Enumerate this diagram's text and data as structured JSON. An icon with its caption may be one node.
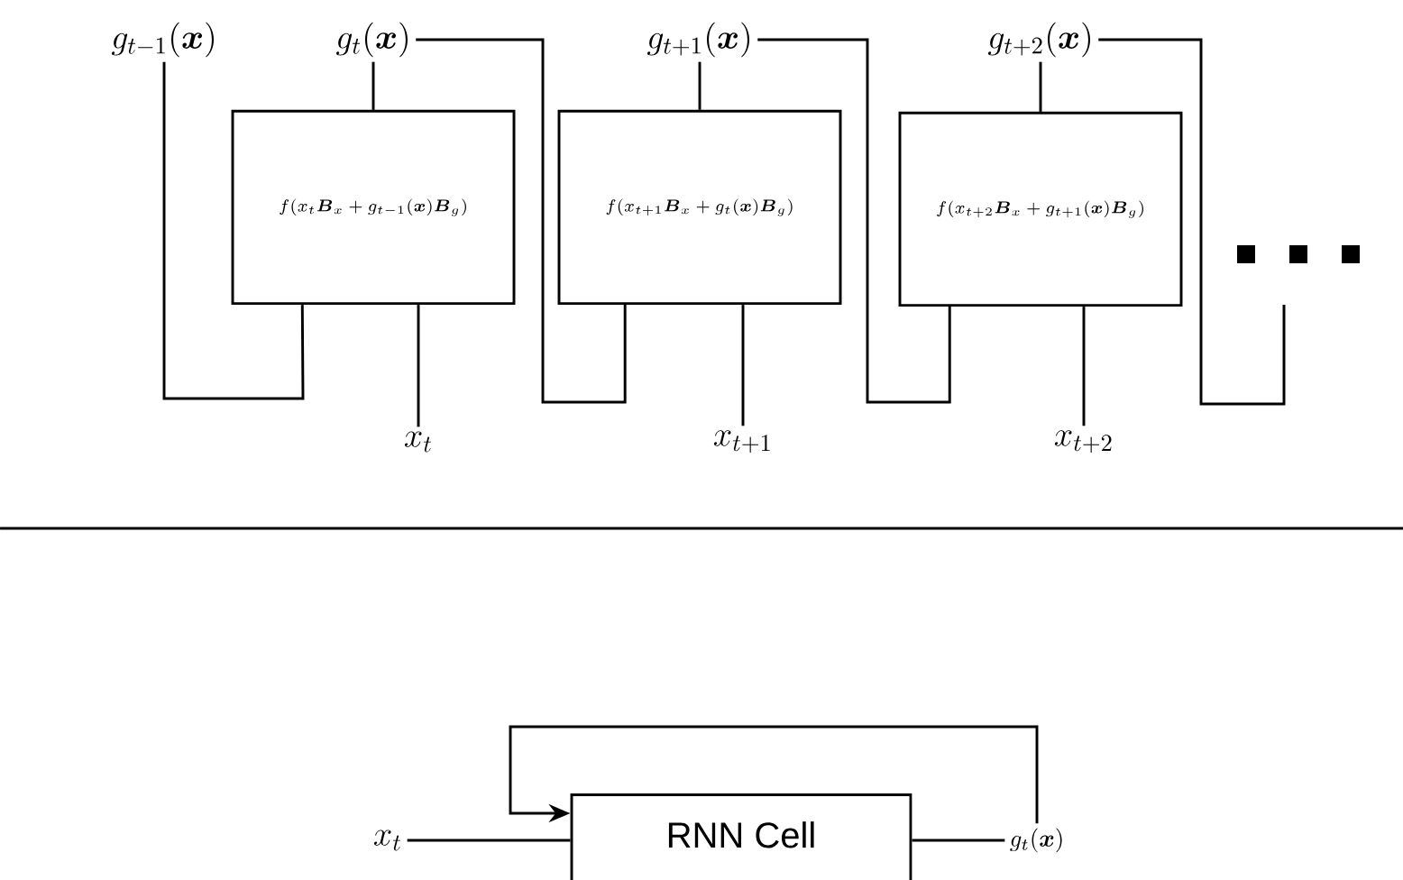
{
  "diagram": {
    "nodes": [
      {
        "text": [
          "g_{t-1}(\\boldsymbol{x})"
        ]
      },
      {
        "text": [
          "g_{t}(\\boldsymbol{x})"
        ]
      },
      {
        "text": [
          "f(x_{t}\\boldsymbol{B}_{x}+g_{t-1}(\\boldsymbol{x})\\boldsymbol{B}_{g})"
        ]
      },
      {
        "text": [
          "x_{t}"
        ]
      },
      {
        "text": [
          "g_{t+1}(\\boldsymbol{x})"
        ]
      },
      {
        "text": [
          "f(x_{t+1}\\boldsymbol{B}_{x}+g_{t}(\\boldsymbol{x})\\boldsymbol{B}_{g})"
        ]
      },
      {
        "text": [
          "x_{t+1}"
        ]
      },
      {
        "text": [
          "g_{t+2}(\\boldsymbol{x})"
        ]
      },
      {
        "text": [
          "f(x_{t+2}\\boldsymbol{B}_{x}+g_{t+1}(\\boldsymbol{x})\\boldsymbol{B}_{g})"
        ]
      },
      {
        "text": [
          "x_{t+2}"
        ]
      },
      {
        "text": [
          "x_{t}"
        ]
      },
      {
        "text": [
          "RNN Cell"
        ]
      },
      {
        "text": [
          "g_{t}(\\boldsymbol{x})"
        ]
      }
    ],
    "edges": [
      {
        "from": 0,
        "to": 2,
        "arrow": "none"
      },
      {
        "from": 2,
        "to": 1,
        "arrow": "none"
      },
      {
        "from": 3,
        "to": 2,
        "arrow": "none"
      },
      {
        "from": 1,
        "to": 5,
        "arrow": "none"
      },
      {
        "from": 5,
        "to": 4,
        "arrow": "none"
      },
      {
        "from": 6,
        "to": 5,
        "arrow": "none"
      },
      {
        "from": 4,
        "to": 8,
        "arrow": "none"
      },
      {
        "from": 8,
        "to": 7,
        "arrow": "none"
      },
      {
        "from": 9,
        "to": 8,
        "arrow": "none"
      },
      {
        "from": 7,
        "to": null,
        "arrow": "none"
      },
      {
        "from": 10,
        "to": 11,
        "arrow": "none"
      },
      {
        "from": 11,
        "to": 12,
        "arrow": "none"
      },
      {
        "from": 12,
        "to": 11,
        "arrow": "to"
      }
    ]
  }
}
